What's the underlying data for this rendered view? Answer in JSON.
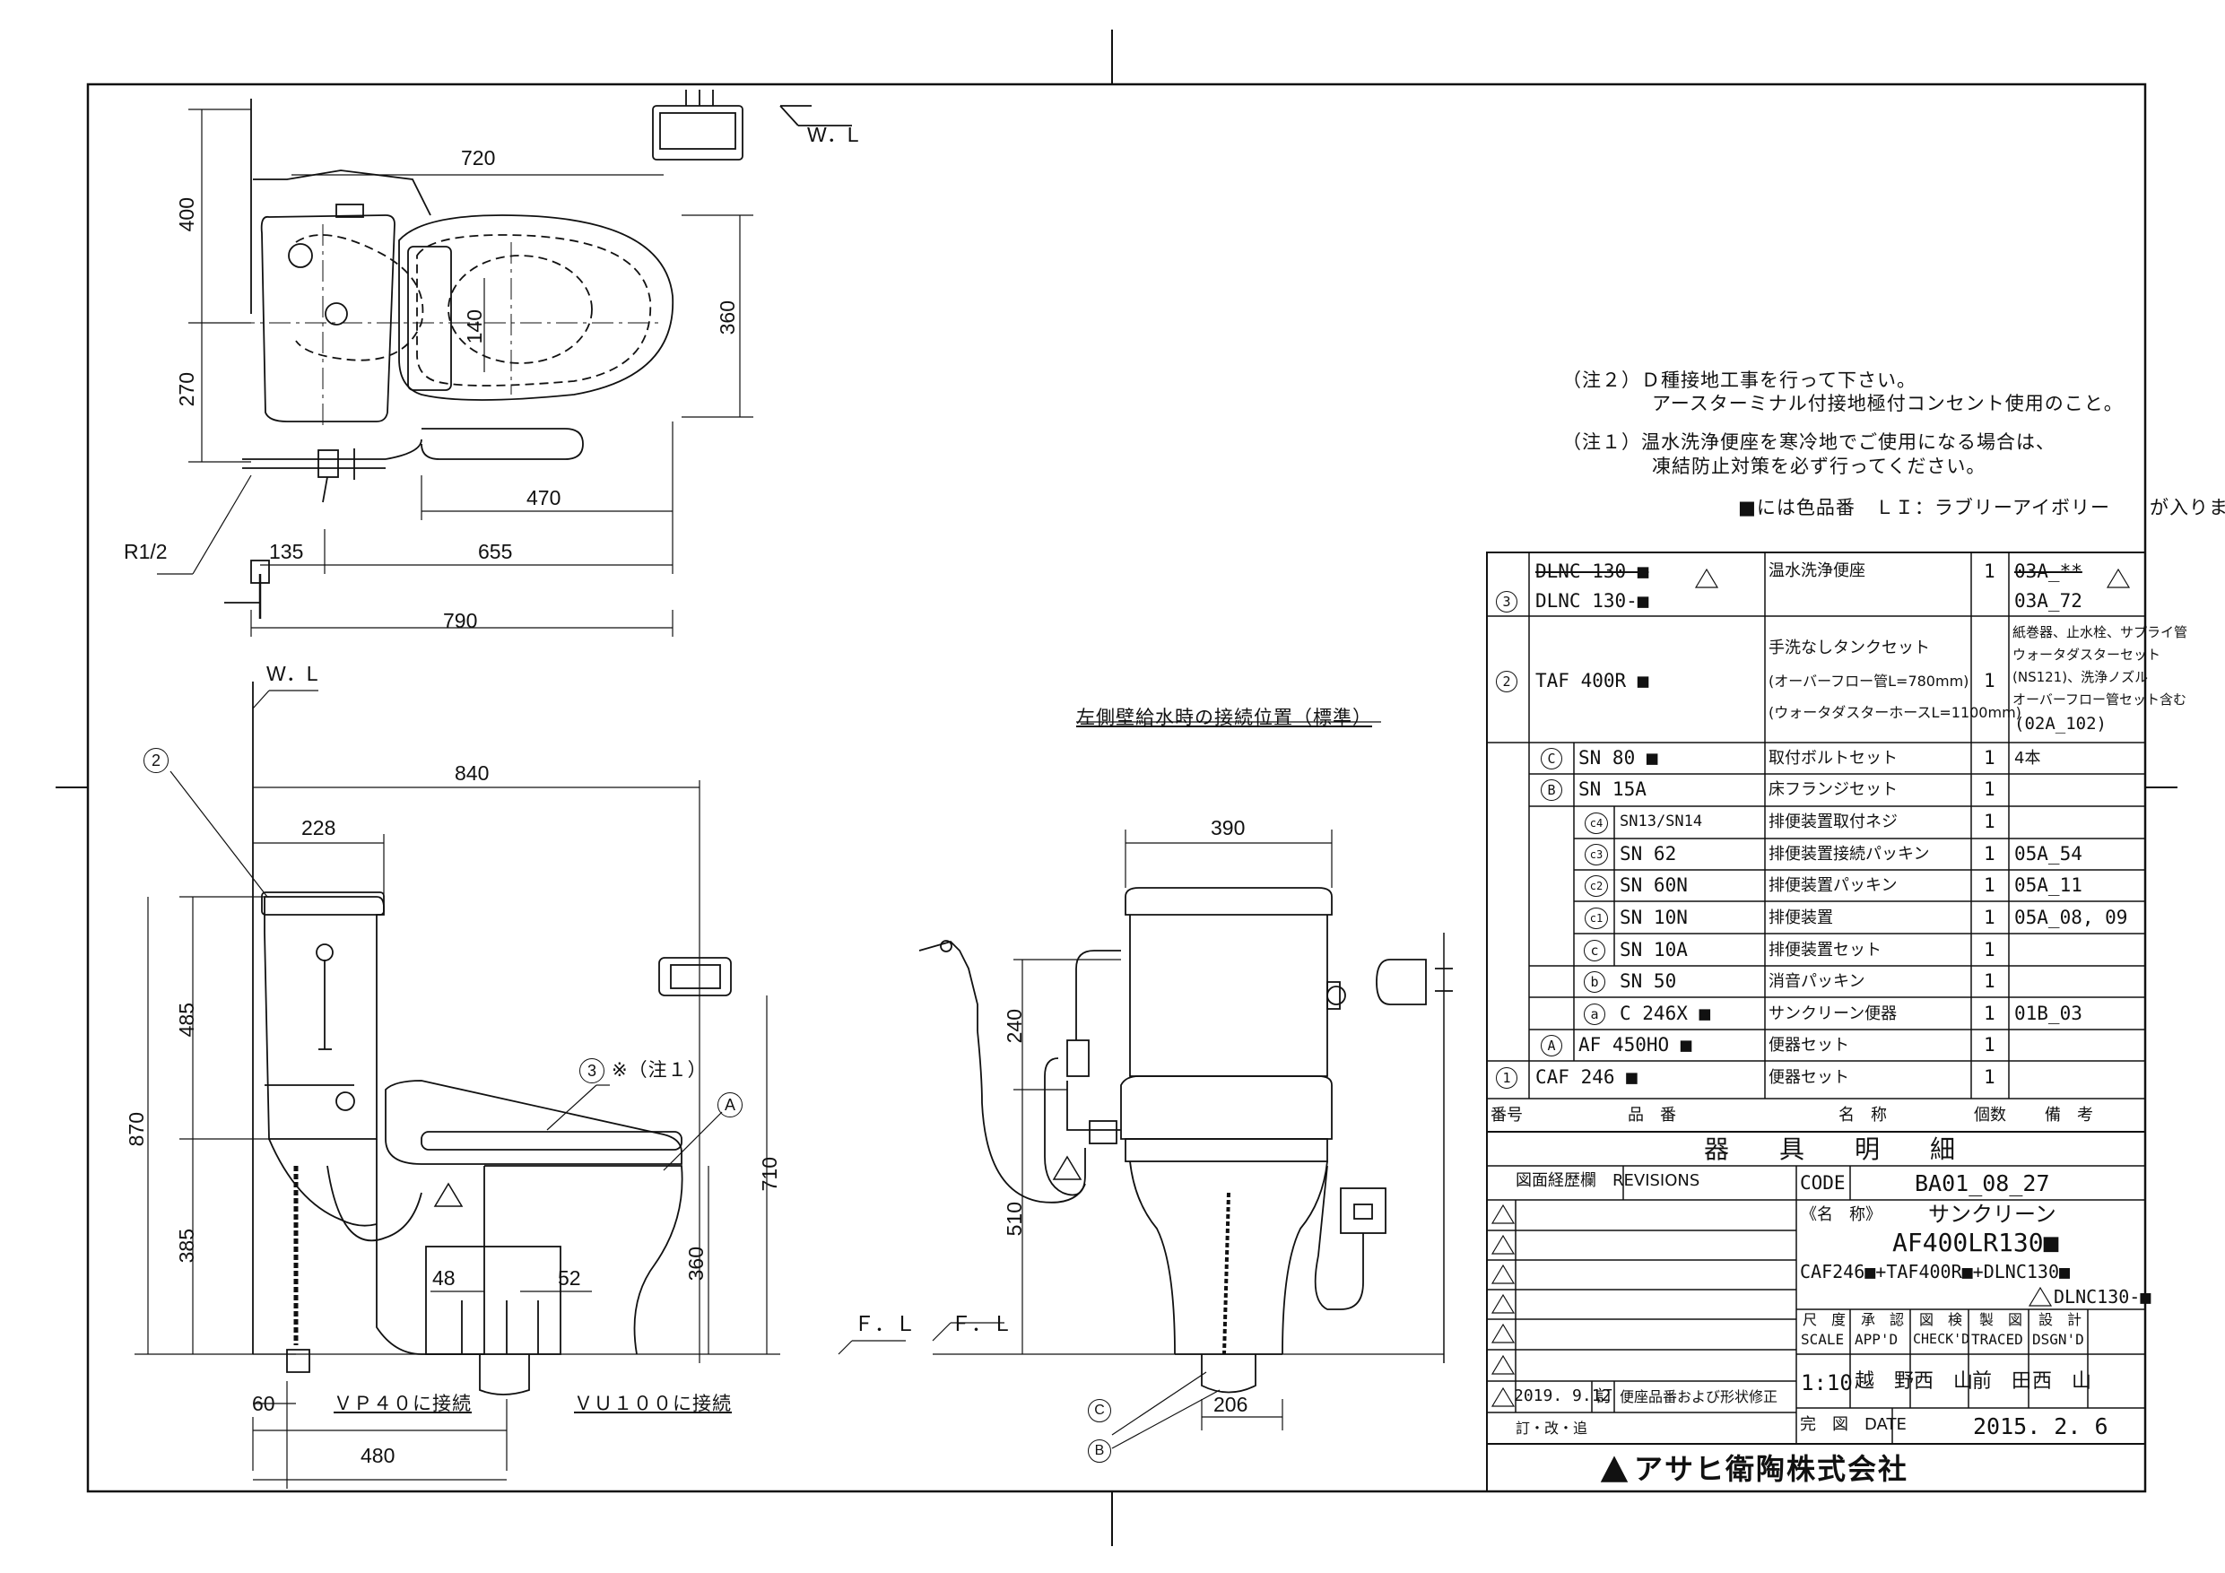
{
  "notes": {
    "note2_line1": "（注２）Ｄ種接地工事を行って下さい。",
    "note2_line2": "アースターミナル付接地極付コンセント使用のこと。",
    "note1_line1": "（注１）温水洗浄便座を寒冷地でご使用になる場合は、",
    "note1_line2": "凍結防止対策を必ず行ってください。",
    "color_note": "■には色品番　ＬＩ：ラブリーアイボリー　　が入ります。"
  },
  "dimensions": {
    "top_720": "720",
    "top_400": "400",
    "top_270": "270",
    "top_360": "360",
    "top_140": "140",
    "top_470": "470",
    "top_655": "655",
    "top_135": "135",
    "top_790": "790",
    "r12": "R1/2",
    "wl_top": "W．L",
    "side_wl": "W．L",
    "side_840": "840",
    "side_228": "228",
    "side_485": "485",
    "side_870": "870",
    "side_385": "385",
    "side_710": "710",
    "side_360": "360",
    "side_48": "48",
    "side_52": "52",
    "side_60": "60",
    "side_480": "480",
    "vp40": "ＶＰ４０に接続",
    "vu100": "ＶＵ１００に接続",
    "note1_ref": "※（注１）",
    "front_title": "左側壁給水時の接続位置（標準）",
    "front_390": "390",
    "front_240": "240",
    "front_510": "510",
    "front_206": "206",
    "fl_left": "Ｆ．Ｌ",
    "fl_right": "Ｆ．Ｌ"
  },
  "callouts": {
    "c2": "2",
    "c3": "3",
    "cA": "A",
    "cC": "C",
    "cB": "B"
  },
  "parts_table": {
    "header": {
      "no": "番号",
      "name": "品　番",
      "desc": "名　称",
      "qty": "個数",
      "remark": "備　考"
    },
    "title": "器　具　明　細",
    "rows": [
      {
        "no": "",
        "part": "DLNC 130-■",
        "desc": "温水洗浄便座",
        "qty": "1",
        "remark": "03A_**"
      },
      {
        "no": "3",
        "part": "DLNC 130-■",
        "desc": "",
        "qty": "",
        "remark": "03A_72"
      },
      {
        "no": "2",
        "part": "TAF 400R ■",
        "desc1": "手洗なしタンクセット",
        "desc2": "(オーバーフロー管L=780mm)",
        "desc3": "(ウォータダスターホースL=1100mm)",
        "qty": "1",
        "rem1": "紙巻器、止水栓、サプライ管",
        "rem2": "ウォータダスターセット",
        "rem3": "(NS121)、洗浄ノズル",
        "rem4": "オーバーフロー管セット含む",
        "rem5": "(02A_102)"
      },
      {
        "no": "C",
        "part": "SN 80 ■",
        "desc": "取付ボルトセット",
        "qty": "1",
        "remark": "4本"
      },
      {
        "no": "B",
        "part": "SN 15A",
        "desc": "床フランジセット",
        "qty": "1",
        "remark": ""
      },
      {
        "no": "c4",
        "part": "SN13/SN14",
        "desc": "排便装置取付ネジ",
        "qty": "1",
        "remark": ""
      },
      {
        "no": "c3",
        "part": "SN 62",
        "desc": "排便装置接続パッキン",
        "qty": "1",
        "remark": "05A_54"
      },
      {
        "no": "c2",
        "part": "SN 60N",
        "desc": "排便装置パッキン",
        "qty": "1",
        "remark": "05A_11"
      },
      {
        "no": "c1",
        "part": "SN 10N",
        "desc": "排便装置",
        "qty": "1",
        "remark": "05A_08, 09"
      },
      {
        "no": "c",
        "part": "SN 10A",
        "desc": "排便装置セット",
        "qty": "1",
        "remark": ""
      },
      {
        "no": "b",
        "part": "SN 50",
        "desc": "消音パッキン",
        "qty": "1",
        "remark": ""
      },
      {
        "no": "a",
        "part": "C 246X ■",
        "desc": "サンクリーン便器",
        "qty": "1",
        "remark": "01B_03"
      },
      {
        "no": "A",
        "part": "AF 450HO ■",
        "desc": "便器セット",
        "qty": "1",
        "remark": ""
      },
      {
        "no": "1",
        "part": "CAF 246 ■",
        "desc": "便器セット",
        "qty": "1",
        "remark": ""
      }
    ]
  },
  "title_block": {
    "revisions_label": "図面経歴欄　REVISIONS",
    "rev_date": "2019. 9.12",
    "rev_mark": "訂",
    "rev_text": "便座品番および形状修正",
    "rev_footer": "訂・改・追",
    "code_label": "CODE",
    "code": "BA01_08_27",
    "name_label": "《名　称》",
    "name": "サンクリーン",
    "model": "AF400LR130■",
    "composition": "CAF246■+TAF400R■+DLNC130■",
    "composition2": "DLNC130-■",
    "scale_label": "尺　度",
    "scale_en": "SCALE",
    "app_label": "承　認",
    "app_en": "APP'D",
    "check_label": "図　検",
    "check_en": "CHECK'D",
    "traced_label": "製　図",
    "traced_en": "TRACED",
    "dsgn_label": "設　計",
    "dsgn_en": "DSGN'D",
    "scale": "1:10",
    "app_name": "越　野",
    "check_name": "西　山",
    "traced_name": "前　田",
    "dsgn_name": "西　山",
    "date_label": "完　図　DATE",
    "date": "2015. 2. 6",
    "company": "アサヒ衛陶株式会社"
  },
  "colors": {
    "line": "#111111",
    "background": "#ffffff"
  }
}
